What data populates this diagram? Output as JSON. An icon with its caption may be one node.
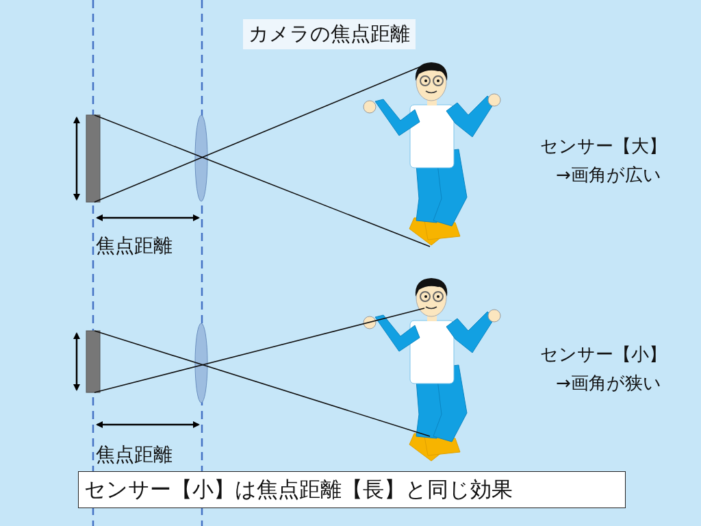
{
  "diagram": {
    "title": "カメラの焦点距離",
    "nodes": [
      {
        "text": [
          "センサー【小】は焦点距離【長】と同じ効果"
        ]
      }
    ],
    "labels": [
      "センサー【大】",
      "→画角が広い",
      "焦点距離",
      "センサー【小】",
      "→画角が狭い",
      "焦点距離"
    ]
  }
}
